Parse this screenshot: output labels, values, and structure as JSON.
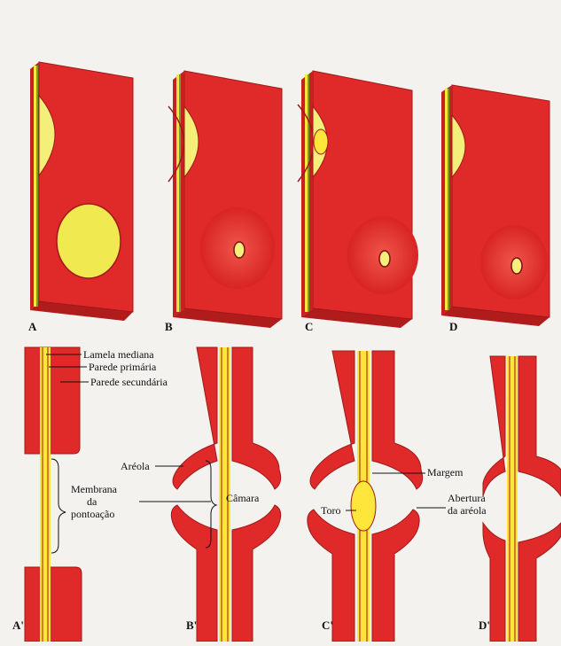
{
  "colors": {
    "wall": "#e02a2a",
    "wall_edge": "#a01818",
    "wall_side": "#c81f1f",
    "middle_lamella": "#ffe63a",
    "primary_wall": "#7a9a30",
    "pit": "#f4ee7a",
    "line": "#111111",
    "paper": "#f3f2ee"
  },
  "panels_top": [
    {
      "id": "A",
      "label": "A"
    },
    {
      "id": "B",
      "label": "B"
    },
    {
      "id": "C",
      "label": "C"
    },
    {
      "id": "D",
      "label": "D"
    }
  ],
  "panels_bottom": [
    {
      "id": "A_prime",
      "label": "A'"
    },
    {
      "id": "B_prime",
      "label": "B'"
    },
    {
      "id": "C_prime",
      "label": "C'"
    },
    {
      "id": "D_prime",
      "label": "D'"
    }
  ],
  "annotations": {
    "lamela_mediana": "Lamela mediana",
    "parede_primaria": "Parede primária",
    "parede_secundaria": "Parede secundária",
    "membrana_1": "Membrana",
    "membrana_2": "da",
    "membrana_3": "pontoação",
    "areola": "Aréola",
    "camara": "Câmara",
    "margem": "Margem",
    "toro": "Toro",
    "abertura_1": "Abertura",
    "abertura_2": "da aréola"
  }
}
